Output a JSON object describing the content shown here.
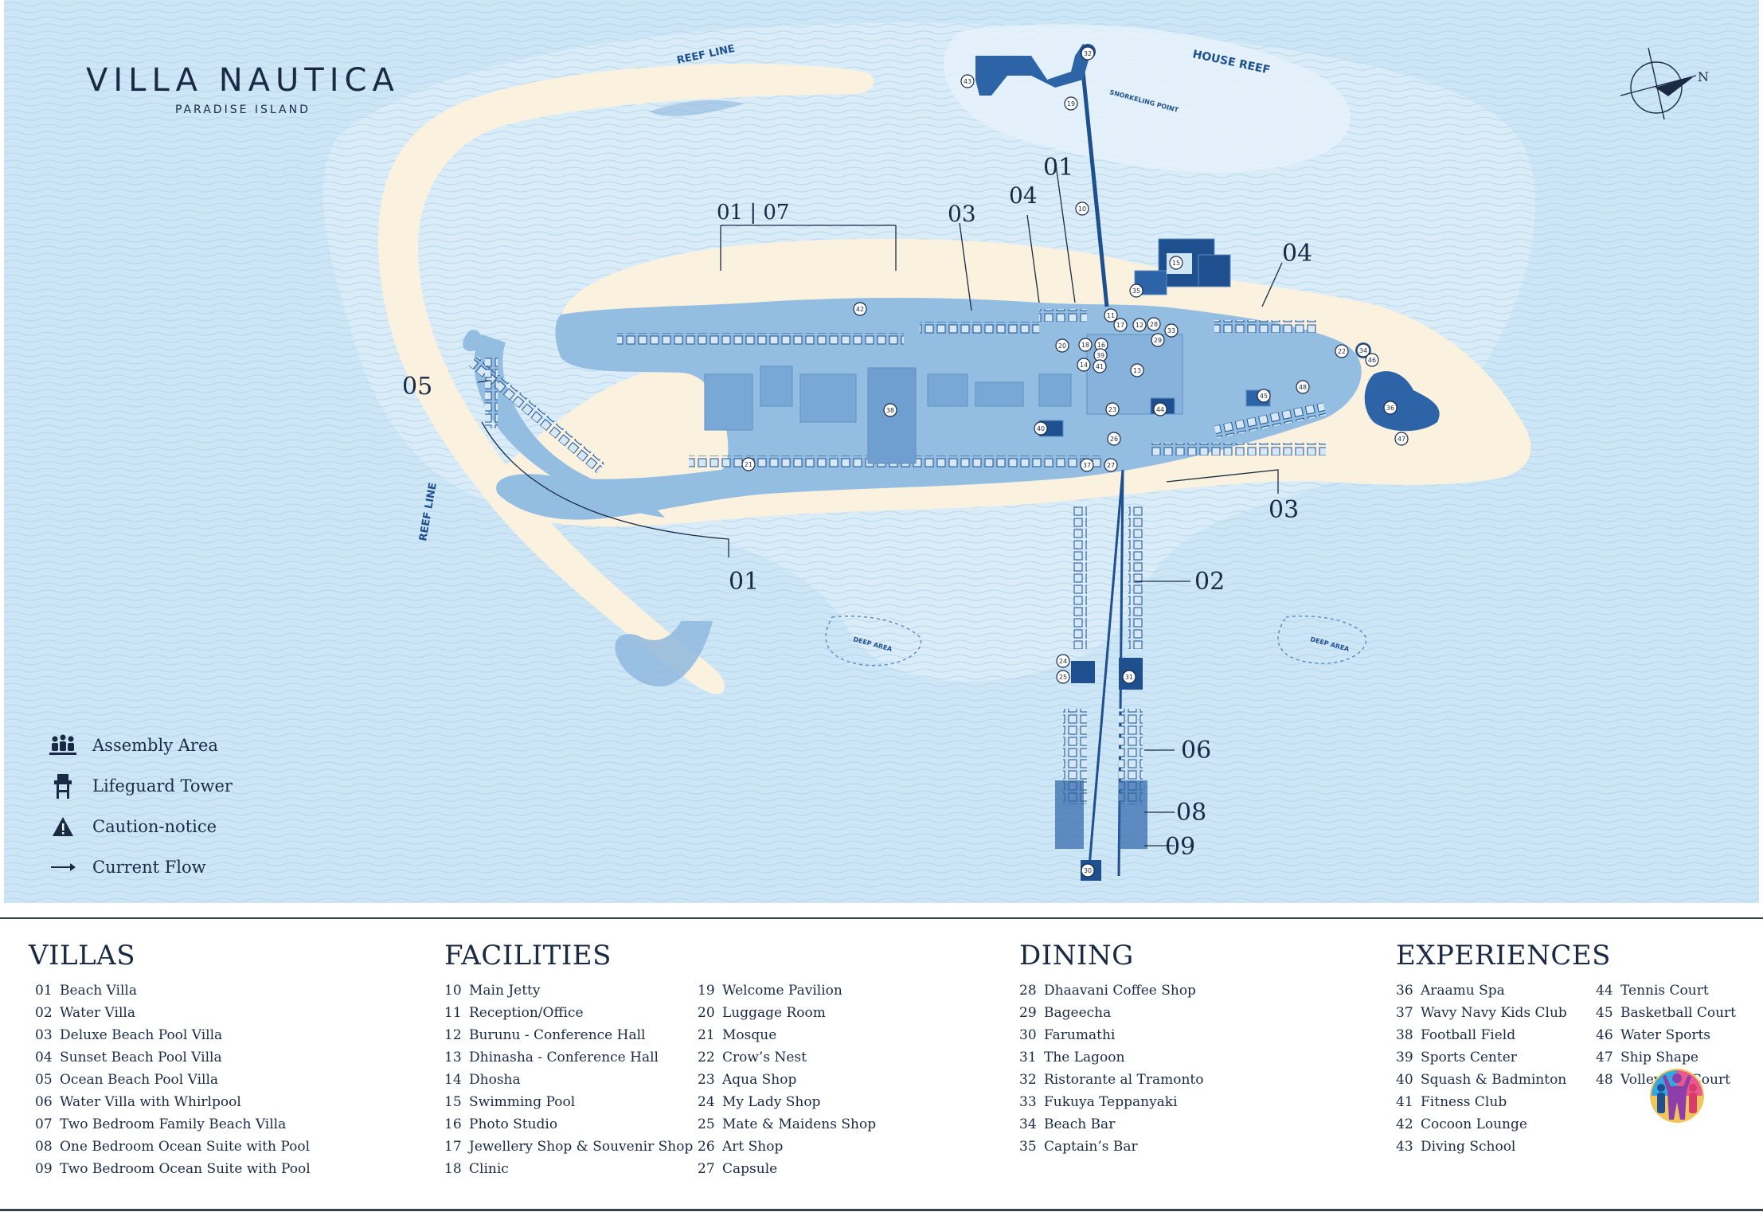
{
  "brand": {
    "name": "VILLA NAUTICA",
    "subtitle": "PARADISE ISLAND"
  },
  "map_labels": {
    "reef_line_top": "REEF LINE",
    "reef_line_left": "REEF LINE",
    "house_reef": "HOUSE REEF",
    "snorkeling_point": "SNORKELING POINT",
    "deep_area_left": "DEEP AREA",
    "deep_area_right": "DEEP AREA",
    "compass_n": "N"
  },
  "zones": {
    "z01_top": "01",
    "z01_07": "01 | 07",
    "z03_top": "03",
    "z04_top": "04",
    "z04_right": "04",
    "z05": "05",
    "z01_bottom": "01",
    "z03_bottom": "03",
    "z02": "02",
    "z06": "06",
    "z08": "08",
    "z09": "09"
  },
  "poi_markers": [
    "10",
    "11",
    "12",
    "13",
    "14",
    "15",
    "16",
    "17",
    "18",
    "19",
    "20",
    "21",
    "22",
    "23",
    "24",
    "25",
    "26",
    "27",
    "28",
    "29",
    "30",
    "31",
    "32",
    "33",
    "34",
    "35",
    "36",
    "37",
    "38",
    "39",
    "40",
    "41",
    "42",
    "43",
    "44",
    "45",
    "46",
    "47",
    "48"
  ],
  "legend": [
    {
      "icon": "assembly-area-icon",
      "label": "Assembly Area"
    },
    {
      "icon": "lifeguard-tower-icon",
      "label": "Lifeguard Tower"
    },
    {
      "icon": "caution-icon",
      "label": "Caution-notice"
    },
    {
      "icon": "arrow-right-icon",
      "label": "Current Flow"
    }
  ],
  "sections": {
    "villas": {
      "title": "VILLAS",
      "items": [
        {
          "num": "01",
          "label": "Beach Villa"
        },
        {
          "num": "02",
          "label": "Water Villa"
        },
        {
          "num": "03",
          "label": "Deluxe Beach Pool Villa"
        },
        {
          "num": "04",
          "label": "Sunset Beach Pool Villa"
        },
        {
          "num": "05",
          "label": "Ocean Beach Pool Villa"
        },
        {
          "num": "06",
          "label": "Water Villa with Whirlpool"
        },
        {
          "num": "07",
          "label": "Two Bedroom Family Beach Villa"
        },
        {
          "num": "08",
          "label": "One Bedroom Ocean Suite with Pool"
        },
        {
          "num": "09",
          "label": "Two Bedroom Ocean Suite with Pool"
        }
      ]
    },
    "facilities": {
      "title": "FACILITIES",
      "col1": [
        {
          "num": "10",
          "label": "Main Jetty"
        },
        {
          "num": "11",
          "label": "Reception/Office"
        },
        {
          "num": "12",
          "label": "Burunu - Conference Hall"
        },
        {
          "num": "13",
          "label": "Dhinasha - Conference Hall"
        },
        {
          "num": "14",
          "label": "Dhosha"
        },
        {
          "num": "15",
          "label": "Swimming Pool"
        },
        {
          "num": "16",
          "label": "Photo Studio"
        },
        {
          "num": "17",
          "label": "Jewellery Shop & Souvenir Shop"
        },
        {
          "num": "18",
          "label": "Clinic"
        }
      ],
      "col2": [
        {
          "num": "19",
          "label": "Welcome Pavilion"
        },
        {
          "num": "20",
          "label": "Luggage Room"
        },
        {
          "num": "21",
          "label": "Mosque"
        },
        {
          "num": "22",
          "label": "Crow’s Nest"
        },
        {
          "num": "23",
          "label": "Aqua Shop"
        },
        {
          "num": "24",
          "label": "My Lady Shop"
        },
        {
          "num": "25",
          "label": "Mate & Maidens Shop"
        },
        {
          "num": "26",
          "label": "Art Shop"
        },
        {
          "num": "27",
          "label": "Capsule"
        }
      ]
    },
    "dining": {
      "title": "DINING",
      "items": [
        {
          "num": "28",
          "label": "Dhaavani Coffee Shop"
        },
        {
          "num": "29",
          "label": "Bageecha"
        },
        {
          "num": "30",
          "label": "Farumathi"
        },
        {
          "num": "31",
          "label": "The Lagoon"
        },
        {
          "num": "32",
          "label": "Ristorante al Tramonto"
        },
        {
          "num": "33",
          "label": "Fukuya Teppanyaki"
        },
        {
          "num": "34",
          "label": "Beach Bar"
        },
        {
          "num": "35",
          "label": "Captain’s Bar"
        }
      ]
    },
    "experiences": {
      "title": "EXPERIENCES",
      "col1": [
        {
          "num": "36",
          "label": "Araamu Spa"
        },
        {
          "num": "37",
          "label": "Wavy Navy Kids Club"
        },
        {
          "num": "38",
          "label": "Football Field"
        },
        {
          "num": "39",
          "label": "Sports Center"
        },
        {
          "num": "40",
          "label": "Squash & Badminton"
        },
        {
          "num": "41",
          "label": "Fitness Club"
        },
        {
          "num": "42",
          "label": "Cocoon Lounge"
        },
        {
          "num": "43",
          "label": "Diving School"
        }
      ],
      "col2": [
        {
          "num": "44",
          "label": "Tennis Court"
        },
        {
          "num": "45",
          "label": "Basketball Court"
        },
        {
          "num": "46",
          "label": "Water Sports"
        },
        {
          "num": "47",
          "label": "Ship Shape"
        },
        {
          "num": "48",
          "label": "Volleyball Court"
        }
      ]
    }
  },
  "colors": {
    "ocean": "#cde6f6",
    "lagoon": "#b3d6ef",
    "sand": "#faf1df",
    "island": "#94bde2",
    "building": "#6f9fd0",
    "dark": "#1e4f8f",
    "text": "#1b2a44"
  }
}
